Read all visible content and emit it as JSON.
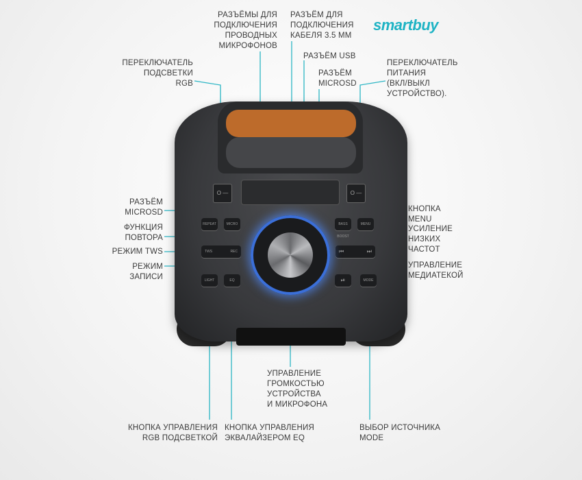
{
  "brand": {
    "logo": "smartbuy",
    "color": "#1eb3c4"
  },
  "callouts": {
    "mic_jacks": [
      "РАЗЪЁМЫ ДЛЯ",
      "ПОДКЛЮЧЕНИЯ",
      "ПРОВОДНЫХ",
      "МИКРОФОНОВ"
    ],
    "aux_jack": [
      "РАЗЪЁМ ДЛЯ",
      "ПОДКЛЮЧЕНИЯ",
      "КАБЕЛЯ 3.5 ММ"
    ],
    "usb": [
      "РАЗЪЁМ USB"
    ],
    "rgb_switch": [
      "ПЕРЕКЛЮЧАТЕЛЬ",
      "ПОДСВЕТКИ",
      "RGB"
    ],
    "microsd_top": [
      "РАЗЪЁМ",
      "MICROSD"
    ],
    "power_switch": [
      "ПЕРЕКЛЮЧАТЕЛЬ",
      "ПИТАНИЯ",
      "(ВКЛ/ВЫКЛ",
      "УСТРОЙСТВО)."
    ],
    "microsd_left": [
      "РАЗЪЁМ",
      "MICROSD"
    ],
    "repeat": [
      "ФУНКЦИЯ",
      "ПОВТОРА"
    ],
    "tws": [
      "РЕЖИМ TWS"
    ],
    "record": [
      "РЕЖИМ",
      "ЗАПИСИ"
    ],
    "menu": [
      "КНОПКА",
      "MENU"
    ],
    "bass": [
      "УСИЛЕНИЕ",
      "НИЗКИХ",
      "ЧАСТОТ"
    ],
    "media": [
      "УПРАВЛЕНИЕ",
      "МЕДИАТЕКОЙ"
    ],
    "volume": [
      "УПРАВЛЕНИЕ",
      "ГРОМКОСТЬЮ",
      "УСТРОЙСТВА",
      "И МИКРОФОНА"
    ],
    "rgb_button": [
      "КНОПКА УПРАВЛЕНИЯ",
      "RGB ПОДСВЕТКОЙ"
    ],
    "eq_button": [
      "КНОПКА УПРАВЛЕНИЯ",
      "ЭКВАЛАЙЗЕРОМ EQ"
    ],
    "mode_button": [
      "ВЫБОР ИСТОЧНИКА",
      "MODE"
    ]
  },
  "device_buttons": {
    "repeat": "REPEAT",
    "microsd": "MICRO",
    "tws": "TWS",
    "rec": "REC",
    "light": "LIGHT",
    "eq": "EQ",
    "bass": "BASS BOOST",
    "menu": "MENU",
    "prev": "⏮",
    "next": "⏭",
    "play": "⏯",
    "mode": "MODE",
    "switch": "O —"
  }
}
